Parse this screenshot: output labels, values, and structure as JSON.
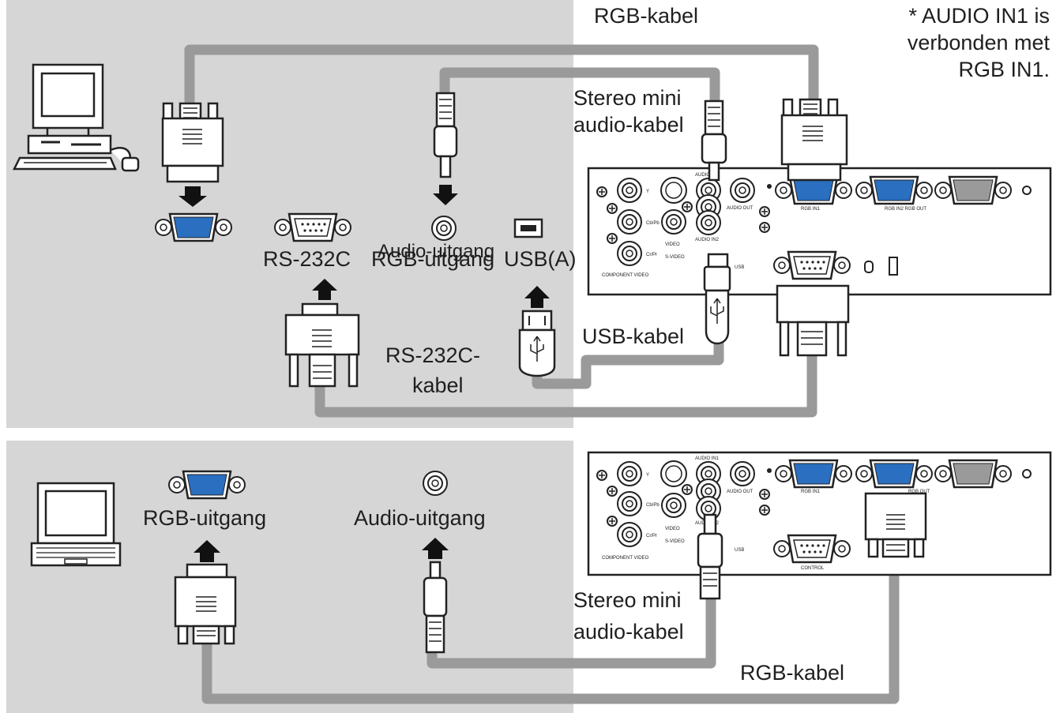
{
  "colors": {
    "panel": "#d6d6d6",
    "cable": "#9a9a9a",
    "port_blue": "#2a6fc0",
    "outline": "#222222"
  },
  "icons": [
    "desktop-computer-icon",
    "laptop-computer-icon",
    "arrow-up-icon",
    "arrow-down-icon"
  ],
  "note": {
    "line1": "* AUDIO IN1 is",
    "line2": "verbonden met",
    "line3": "RGB IN1."
  },
  "top": {
    "rgb_cable": "RGB-kabel",
    "stereo_cable_line1": "Stereo mini",
    "stereo_cable_line2": "audio-kabel",
    "rs232_port": "RS-232C",
    "rgb_out": "RGB-uitgang",
    "audio_out": "Audio-uitgang",
    "usb_port": "USB(A)",
    "usb_cable": "USB-kabel",
    "rs232_cable_line1": "RS-232C-",
    "rs232_cable_line2": "kabel"
  },
  "bottom": {
    "rgb_out": "RGB-uitgang",
    "audio_out": "Audio-uitgang",
    "stereo_cable_line1": "Stereo mini",
    "stereo_cable_line2": "audio-kabel",
    "rgb_cable": "RGB-kabel"
  },
  "panel_labels": {
    "audio_in1": "AUDIO IN1",
    "audio_in2": "AUDIO IN2",
    "audio_out": "AUDIO OUT",
    "rgb_in1": "RGB IN1",
    "rgb_in2_out": "RGB IN2 RGB OUT",
    "rgb_out": "RGB OUT",
    "video": "VIDEO",
    "svideo": "S-VIDEO",
    "component": "COMPONENT VIDEO",
    "usb": "USB",
    "control": "CONTROL",
    "y": "Y",
    "cbpb": "Cb/Pb",
    "crpr": "Cr/Pr"
  }
}
